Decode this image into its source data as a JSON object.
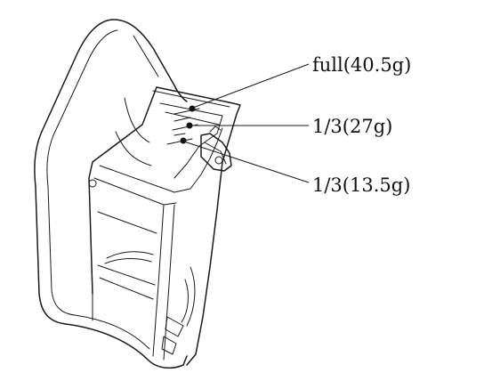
{
  "callouts": [
    {
      "label": "full(40.5g)"
    },
    {
      "label": "1/3(27g)"
    },
    {
      "label": "1/3(13.5g)"
    }
  ]
}
